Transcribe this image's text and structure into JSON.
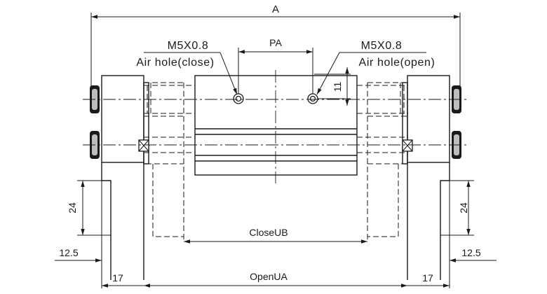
{
  "labels": {
    "dim_a": "A",
    "dim_pa": "PA",
    "port_left_thread": "M5X0.8",
    "port_left_name": "Air hole(close)",
    "port_right_thread": "M5X0.8",
    "port_right_name": "Air hole(open)",
    "dim_11": "11",
    "dim_24_left": "24",
    "dim_24_right": "24",
    "dim_12_5_left": "12.5",
    "dim_12_5_right": "12.5",
    "dim_close_ub": "CloseUB",
    "dim_open_ua": "OpenUA",
    "dim_17_left": "17",
    "dim_17_right": "17"
  }
}
